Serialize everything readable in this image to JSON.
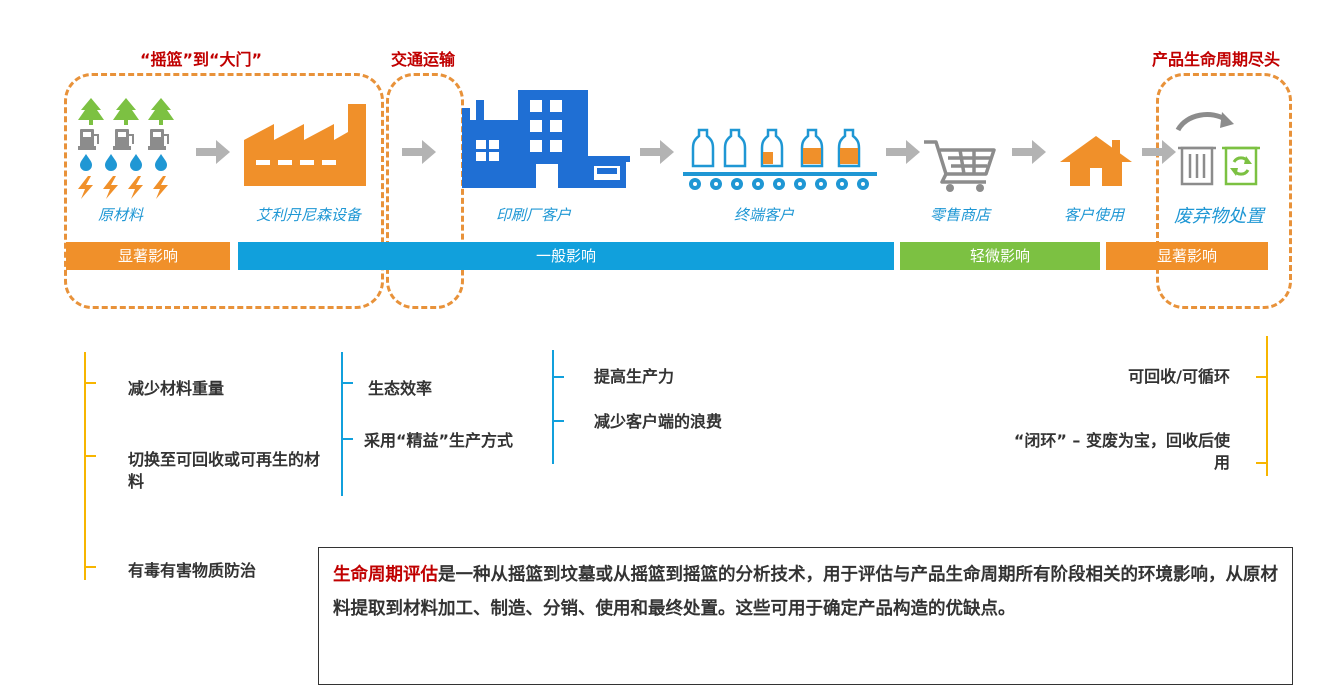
{
  "titles": {
    "cradle_gate": "“摇篮”到“大门”",
    "transport": "交通运输",
    "end_of_life": "产品生命周期尽头"
  },
  "stages": [
    {
      "label": "原材料",
      "icon": "raw-materials-icon"
    },
    {
      "label": "艾利丹尼森设备",
      "icon": "factory-icon"
    },
    {
      "label": "印刷厂客户",
      "icon": "printing-plant-icon"
    },
    {
      "label": "终端客户",
      "icon": "bottle-conveyor-icon"
    },
    {
      "label": "零售商店",
      "icon": "shopping-cart-icon"
    },
    {
      "label": "客户使用",
      "icon": "house-icon"
    },
    {
      "label": "废弃物处置",
      "icon": "recycle-bin-icon"
    }
  ],
  "impact_bars": [
    {
      "label": "显著影响",
      "color": "#f0902a"
    },
    {
      "label": "一般影响",
      "color": "#11a0dc"
    },
    {
      "label": "轻微影响",
      "color": "#7cc142"
    },
    {
      "label": "显著影响",
      "color": "#f0902a"
    }
  ],
  "colors": {
    "orange": "#f0902a",
    "blue": "#11a0dc",
    "green": "#7cc142",
    "gray_arrow": "#b3b3b3",
    "yellow_line": "#f7b500",
    "title_red": "#c00000"
  },
  "notes": {
    "col1": [
      "减少材料重量",
      "切换至可回收或可再生的材料",
      "有毒有害物质防治"
    ],
    "col2": [
      "生态效率",
      "采用“精益”生产方式"
    ],
    "col3": [
      "提高生产力",
      "减少客户端的浪费"
    ],
    "col4": [
      "可回收/可循环",
      "“闭环” – 变废为宝，回收后使用"
    ]
  },
  "description": {
    "highlight": "生命周期评估",
    "text": "是一种从摇篮到坟墓或从摇篮到摇篮的分析技术，用于评估与产品生命周期所有阶段相关的环境影响，从原材料提取到材料加工、制造、分销、使用和最终处置。这些可用于确定产品构造的优缺点。"
  }
}
